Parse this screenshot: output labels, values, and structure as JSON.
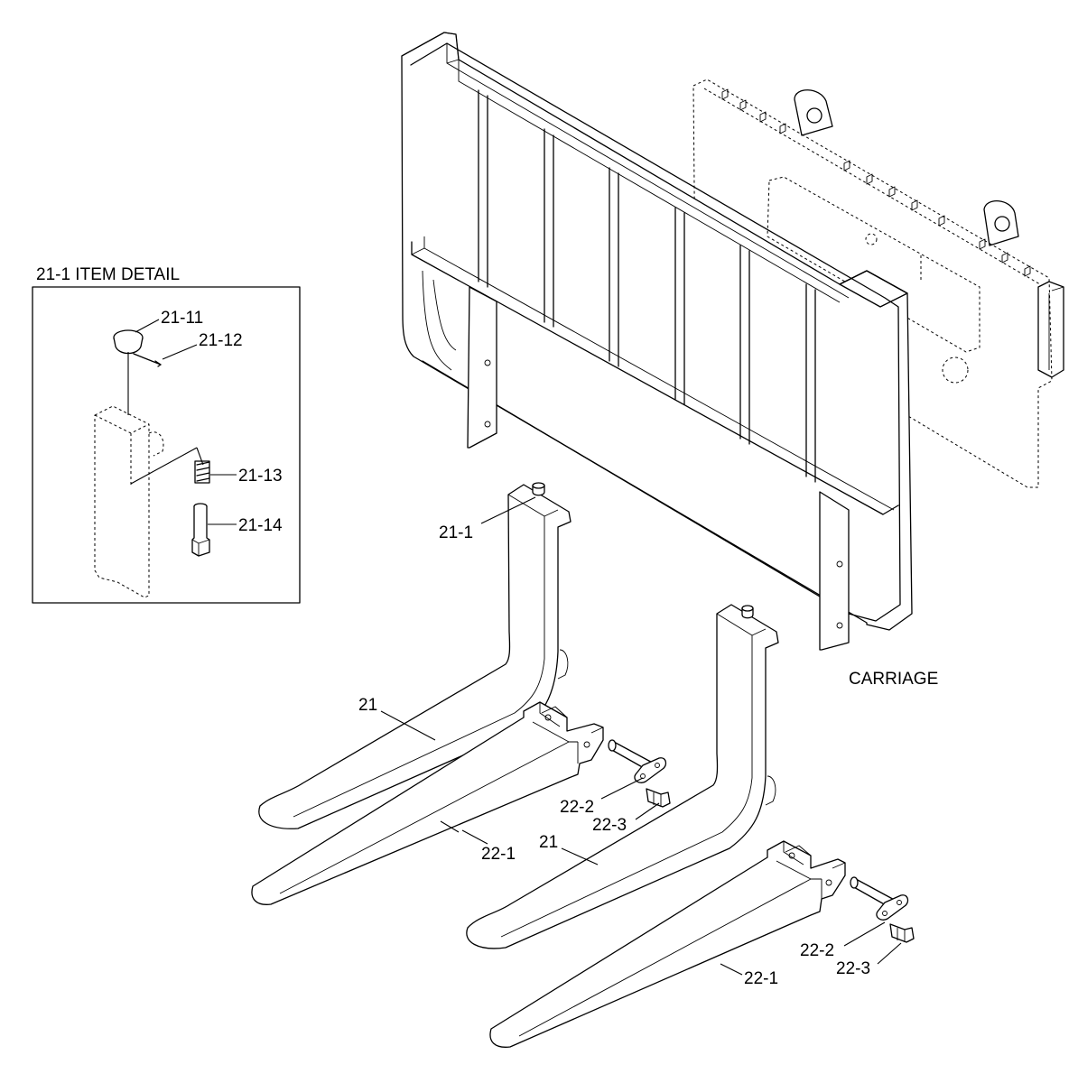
{
  "detail_box": {
    "title": "21-1 ITEM DETAIL"
  },
  "labels": {
    "carriage": "CARRIAGE",
    "p21_1": "21-1",
    "p21_11": "21-11",
    "p21_12": "21-12",
    "p21_13": "21-13",
    "p21_14": "21-14",
    "p21_a": "21",
    "p21_b": "21",
    "p22_1_a": "22-1",
    "p22_1_b": "22-1",
    "p22_2_a": "22-2",
    "p22_2_b": "22-2",
    "p22_3_a": "22-3",
    "p22_3_b": "22-3"
  }
}
